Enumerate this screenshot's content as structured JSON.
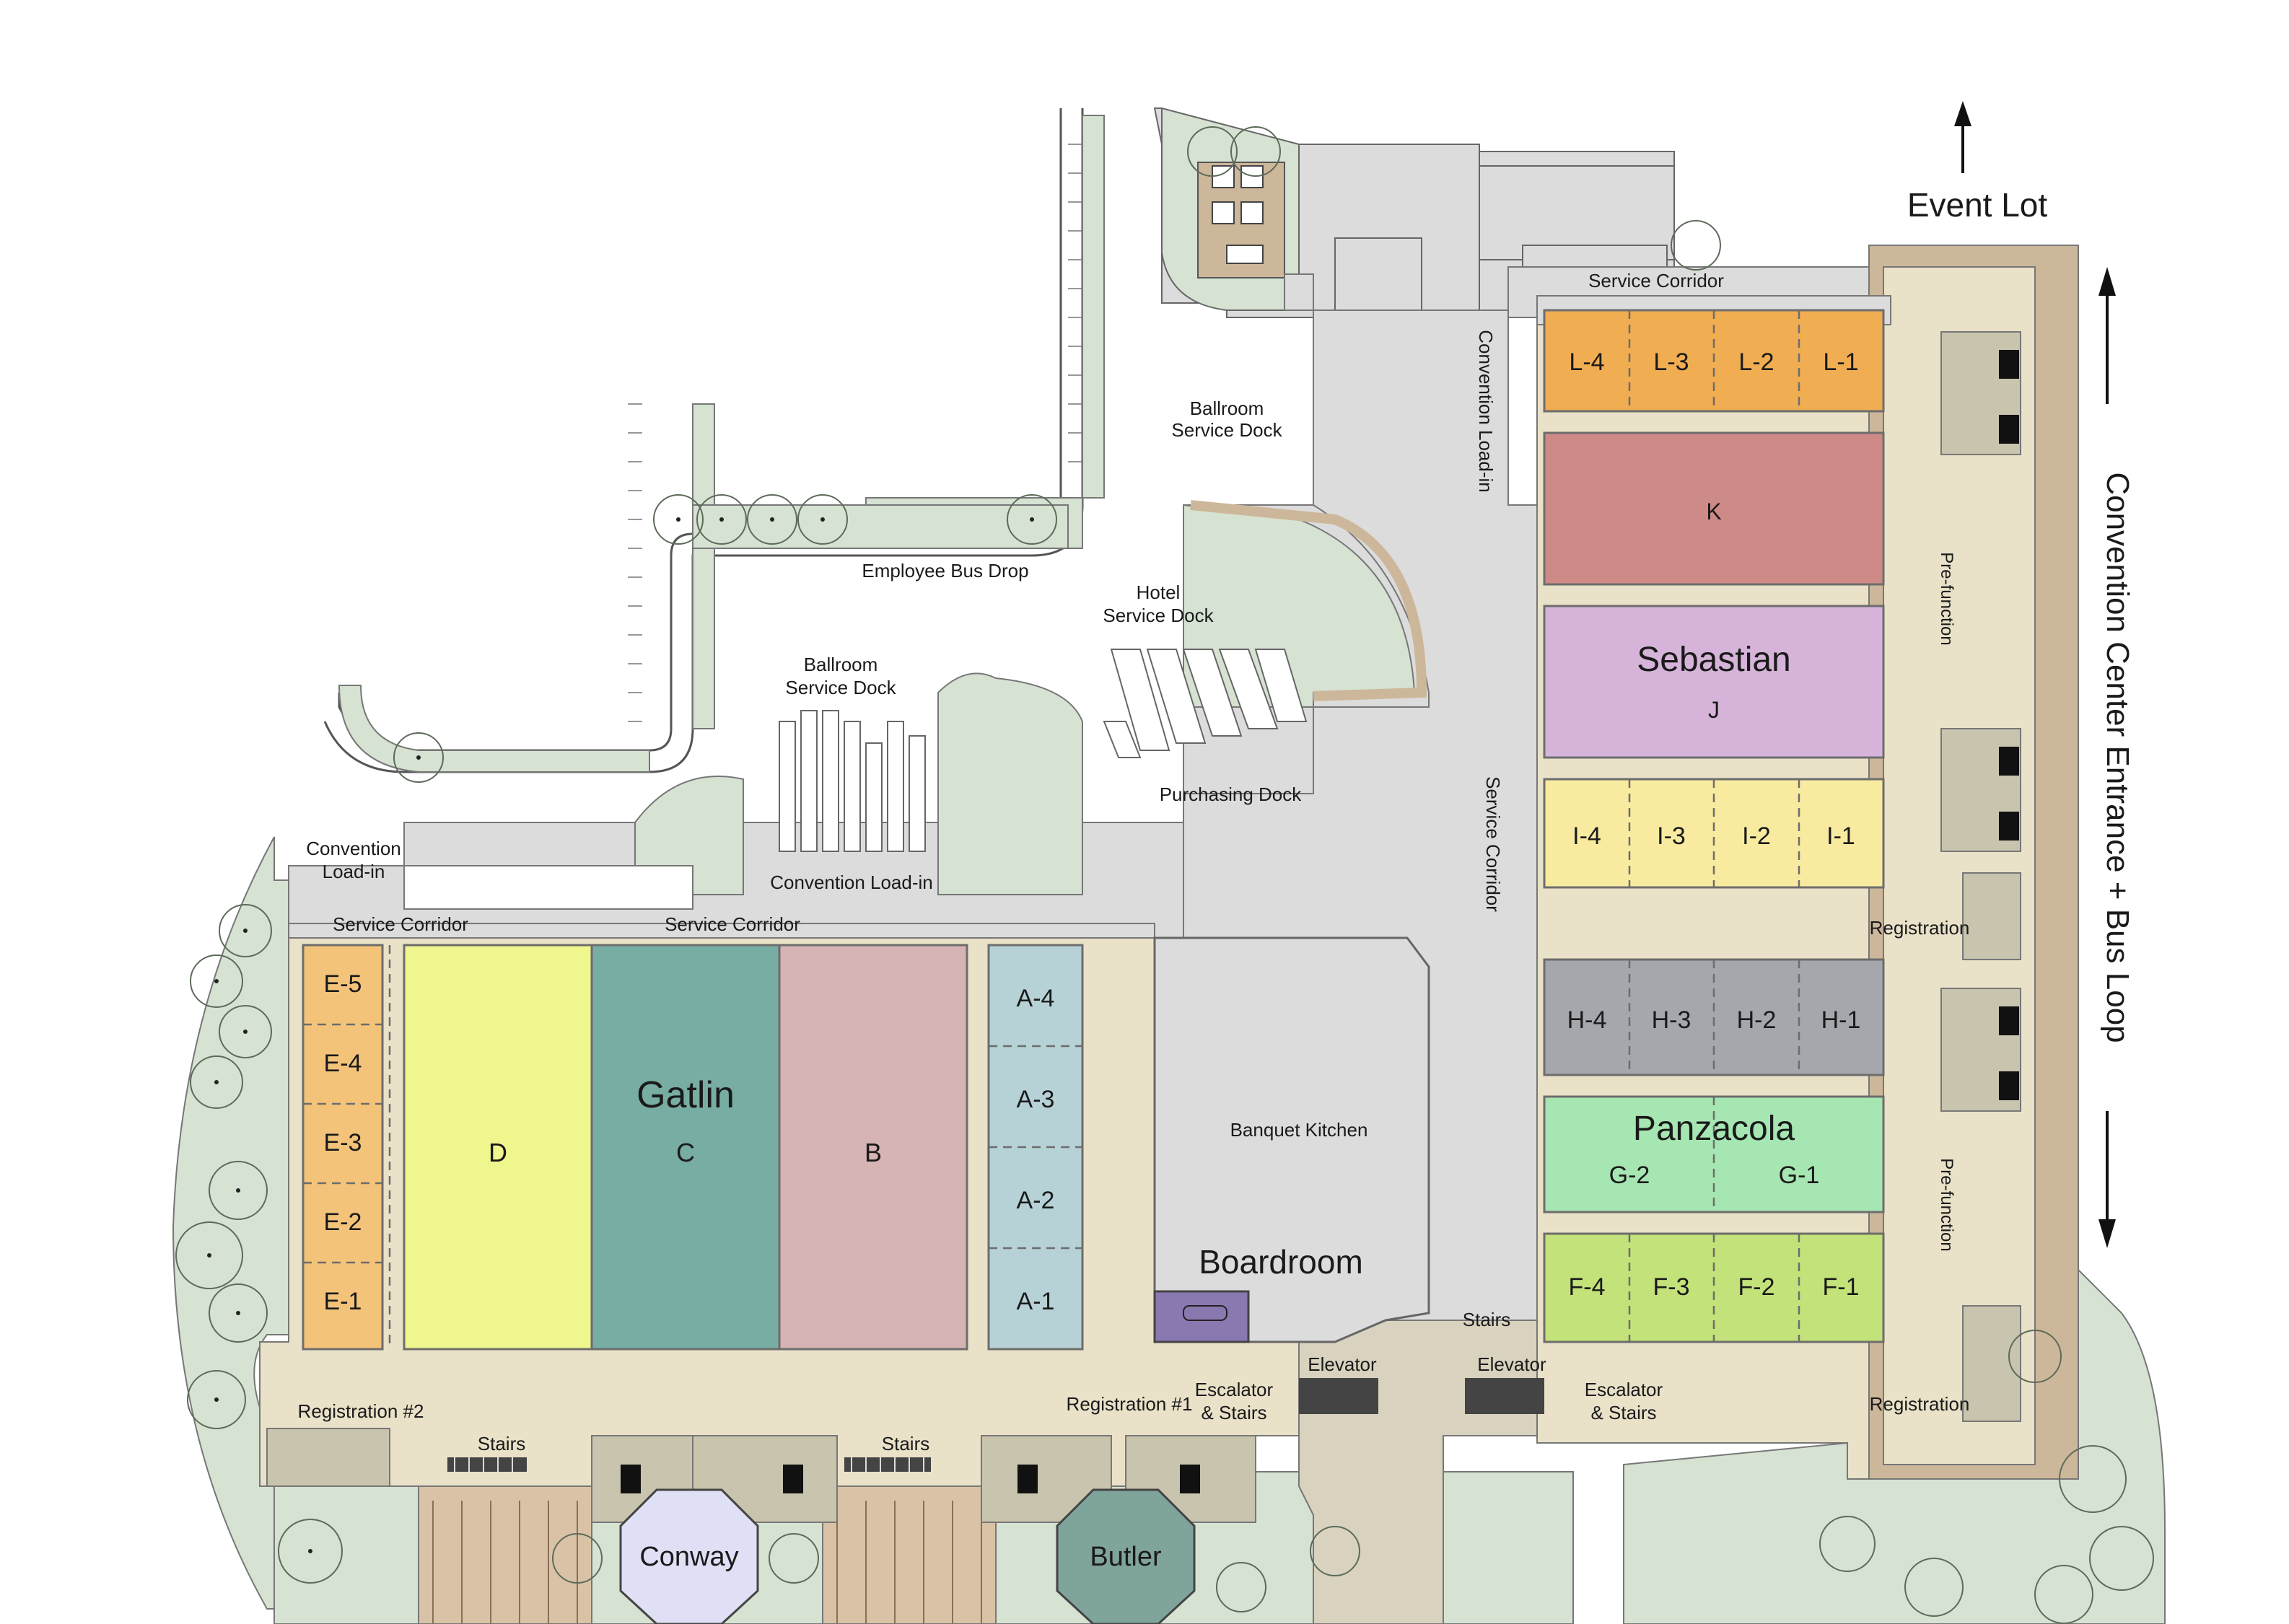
{
  "colors": {
    "prefunction": "#e9e1c8",
    "corridor": "#dcdcdc",
    "green_area": "#d6e2d2",
    "roof_edge": "#cdb79a",
    "E": "#f4c37a",
    "D": "#eff68e",
    "C": "#78ada3",
    "B": "#d6b4b4",
    "A": "#b6d2d6",
    "L": "#f0ad52",
    "K": "#ce8a86",
    "J": "#d6b4da",
    "I": "#f8eba0",
    "H": "#a5a7ad",
    "G": "#a6e6b2",
    "F": "#c3e27a",
    "boardroom": "#8a78b0",
    "conway": "#dfe0f6",
    "butler": "#7fa49c"
  },
  "left_block": {
    "gatlin": "Gatlin",
    "E": [
      "E-5",
      "E-4",
      "E-3",
      "E-2",
      "E-1"
    ],
    "D": "D",
    "C": "C",
    "B": "B",
    "A": [
      "A-4",
      "A-3",
      "A-2",
      "A-1"
    ]
  },
  "right_block": {
    "L": [
      "L-4",
      "L-3",
      "L-2",
      "L-1"
    ],
    "K": "K",
    "sebastian": "Sebastian",
    "J": "J",
    "I": [
      "I-4",
      "I-3",
      "I-2",
      "I-1"
    ],
    "H": [
      "H-4",
      "H-3",
      "H-2",
      "H-1"
    ],
    "panzacola": "Panzacola",
    "G": [
      "G-2",
      "G-1"
    ],
    "F": [
      "F-4",
      "F-3",
      "F-2",
      "F-1"
    ]
  },
  "rooms": {
    "boardroom": "Boardroom",
    "banquet_kitchen": "Banquet Kitchen",
    "conway": "Conway",
    "butler": "Butler"
  },
  "labels": {
    "event_lot": "Event Lot",
    "entrance": "Convention Center Entrance + Bus Loop",
    "service_corridor_top": "Service Corridor",
    "service_corridor_vert": "Service Corridor",
    "service_corridor_left": "Service Corridor",
    "service_corridor_mid": "Service Corridor",
    "convention_loadin_vert": "Convention Load-in",
    "ballroom_dock_1": [
      "Ballroom",
      "Service Dock"
    ],
    "ballroom_dock_2": [
      "Ballroom",
      "Service Dock"
    ],
    "hotel_dock": [
      "Hotel",
      "Service Dock"
    ],
    "employee_bus_drop": "Employee Bus Drop",
    "purchasing_dock": "Purchasing Dock",
    "convention_loadin_left": [
      "Convention",
      "Load-in"
    ],
    "convention_loadin_mid": "Convention Load-in",
    "prefunction_1": "Pre-function",
    "prefunction_2": "Pre-function",
    "registration_1": "Registration",
    "registration_2": "Registration",
    "registration_hash2": "Registration #2",
    "registration_hash1": "Registration #1",
    "stairs_1": "Stairs",
    "stairs_2": "Stairs",
    "stairs_3": "Stairs",
    "elevator_1": "Elevator",
    "elevator_2": "Elevator",
    "escalator_1": [
      "Escalator",
      "& Stairs"
    ],
    "escalator_2": [
      "Escalator",
      "& Stairs"
    ]
  },
  "icons": [
    "restroom-icon",
    "north-arrow-icon",
    "bus-direction-arrow-icon",
    "tree-icon"
  ]
}
